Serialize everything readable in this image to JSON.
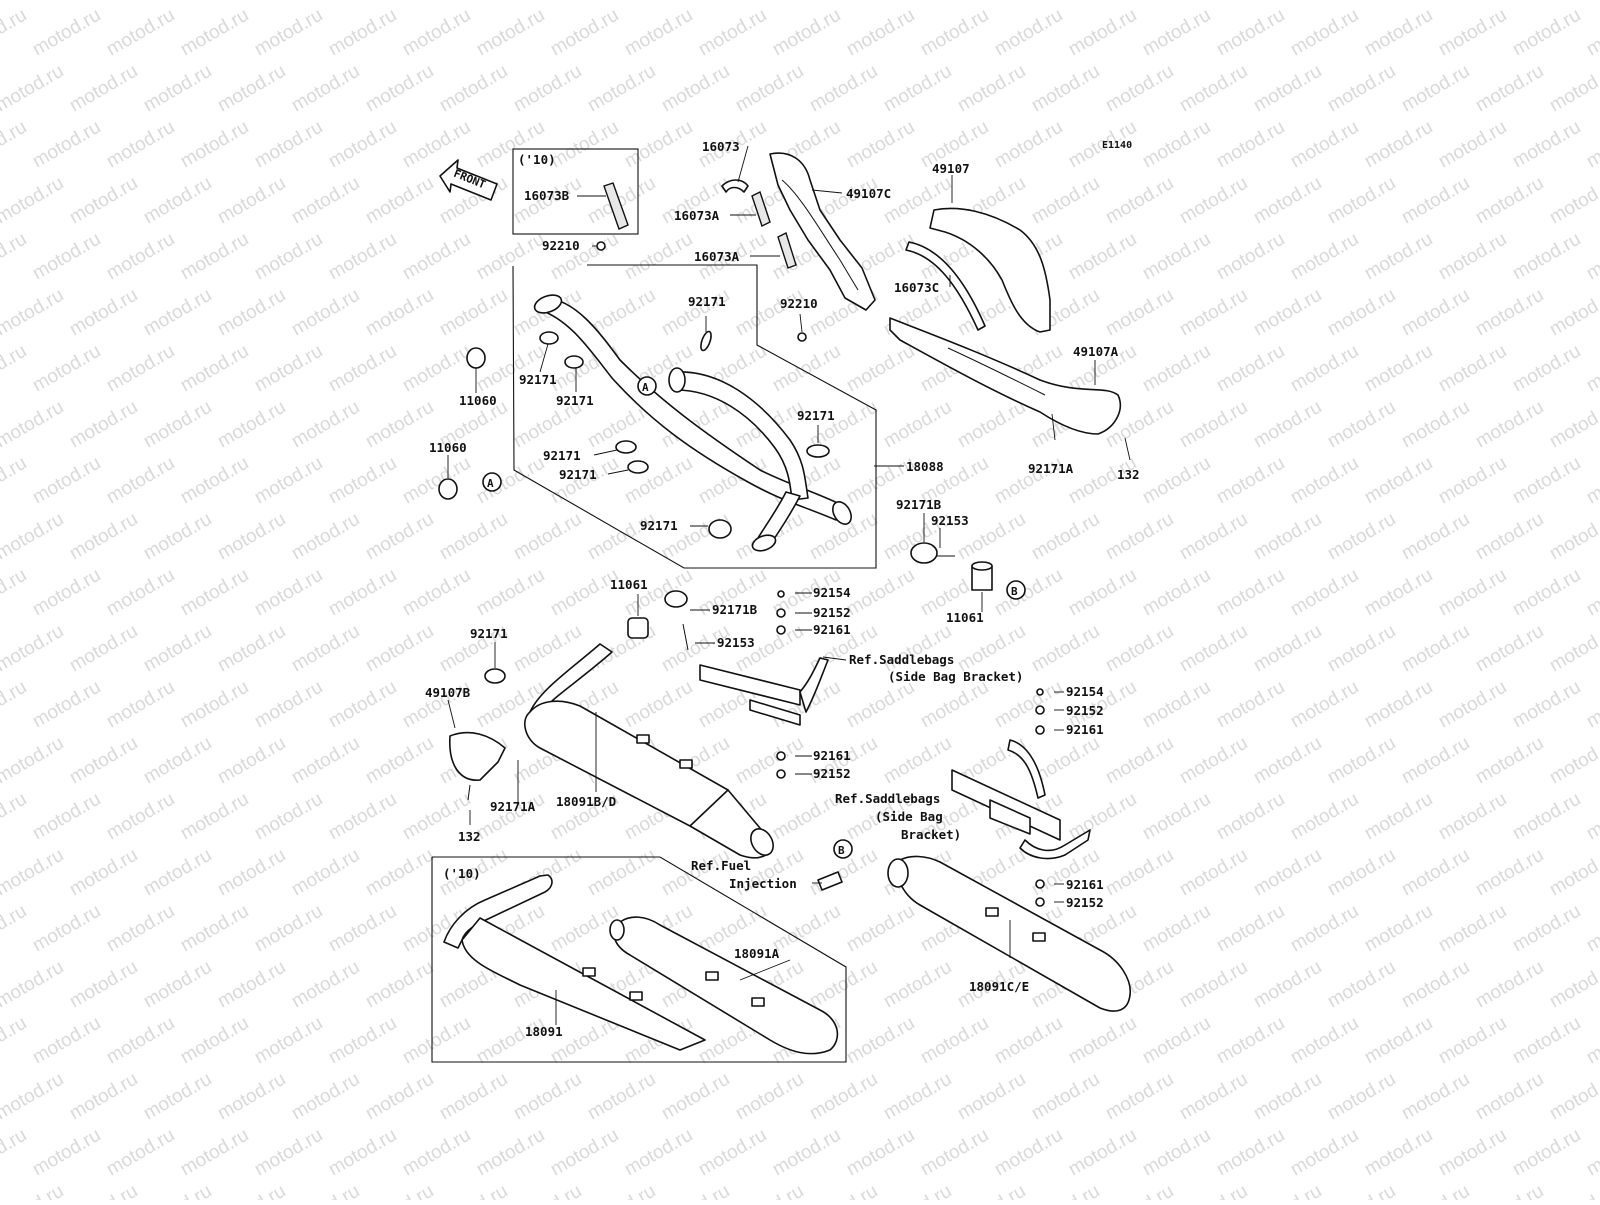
{
  "diagram": {
    "code": "E1140",
    "watermark": "motod.ru",
    "front_arrow_label": "FRONT",
    "year_note": "('10)",
    "connectors": {
      "a": "A",
      "b": "B"
    },
    "labels": {
      "p16073B": "16073B",
      "p92210_top": "92210",
      "p16073": "16073",
      "p16073A_1": "16073A",
      "p16073A_2": "16073A",
      "p49107C": "49107C",
      "p49107": "49107",
      "p16073C": "16073C",
      "p49107A": "49107A",
      "p92171_a": "92171",
      "p92210_mid": "92210",
      "p11060_a": "11060",
      "p92171_b": "92171",
      "p92171_c": "92171",
      "p11060_b": "11060",
      "p92171_d": "92171",
      "p92171_e": "92171",
      "p92171_f": "92171",
      "p18088": "18088",
      "p92171A_r": "92171A",
      "p132_r": "132",
      "p92171_g": "92171",
      "p92171B_r": "92171B",
      "p92153_r": "92153",
      "p11061_r": "11061",
      "p11061_l": "11061",
      "p92171B_l": "92171B",
      "p92154_a": "92154",
      "p92152_a": "92152",
      "p92161_a": "92161",
      "p92153_l": "92153",
      "p92171_h": "92171",
      "p49107B": "49107B",
      "p92161_b": "92161",
      "p92152_b": "92152",
      "p18091BD": "18091B/D",
      "p92171A_l": "92171A",
      "p132_l": "132",
      "p92154_b": "92154",
      "p92152_c": "92152",
      "p92161_c": "92161",
      "p92161_d": "92161",
      "p92152_d": "92152",
      "p18091CE": "18091C/E",
      "p18091A": "18091A",
      "p18091": "18091"
    },
    "refs": {
      "saddle1_l1": "Ref.Saddlebags",
      "saddle1_l2": "(Side Bag Bracket)",
      "saddle2_l1": "Ref.Saddlebags",
      "saddle2_l2": "(Side Bag",
      "saddle2_l3": "Bracket)",
      "fuel_l1": "Ref.Fuel",
      "fuel_l2": "Injection"
    }
  }
}
